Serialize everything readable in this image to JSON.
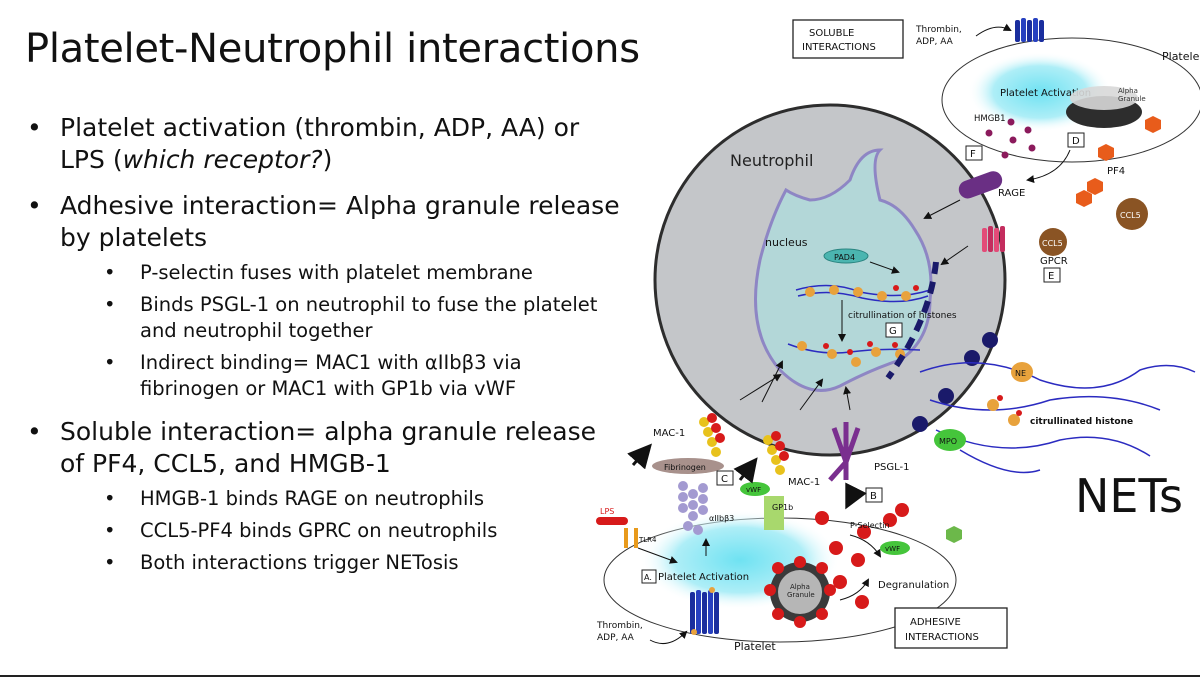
{
  "title": "Platelet-Neutrophil interactions",
  "bullets": {
    "b1_main": "Platelet activation (thrombin, ADP, AA) or LPS (",
    "b1_italic": "which receptor?",
    "b1_end": ")",
    "b2": "Adhesive interaction= Alpha granule release by platelets",
    "b2_subs": [
      "P-selectin fuses with platelet membrane",
      "Binds PSGL-1 on neutrophil to fuse the platelet and neutrophil together",
      "Indirect binding= MAC1 with αIIbβ3 via fibrinogen or MAC1 with GP1b via vWF"
    ],
    "b3": "Soluble interaction= alpha granule release of PF4, CCL5, and HMGB-1",
    "b3_subs": [
      "HMGB-1 binds RAGE on neutrophils",
      "CCL5-PF4 binds GPRC on neutrophils",
      "Both interactions trigger NETosis"
    ]
  },
  "diagram": {
    "soluble_box": "SOLUBLE INTERACTIONS",
    "soluble_line1": "SOLUBLE",
    "soluble_line2": "INTERACTIONS",
    "adhesive_line1": "ADHESIVE",
    "adhesive_line2": "INTERACTIONS",
    "thrombin_top_1": "Thrombin,",
    "thrombin_top_2": "ADP, AA",
    "platelet_top": "Platele",
    "platelet_activation_top": "Platelet Activation",
    "alpha_granule_1": "Alpha",
    "alpha_granule_2": "Granule",
    "hmgb1": "HMGB1",
    "label_d": "D",
    "label_f": "F",
    "label_e": "E",
    "label_g": "G",
    "label_c": "C",
    "label_b": "B",
    "label_a": "A.",
    "pf4": "PF4",
    "ccl5": "CCL5",
    "rage": "RAGE",
    "gpcr": "GPCR",
    "neutrophil": "Neutrophil",
    "nucleus": "nucleus",
    "pad4": "PAD4",
    "citrullination": "citrullination of histones",
    "ne": "NE",
    "mpo": "MPO",
    "citrullinated_histone": "citrullinated histone",
    "nets": "NETs",
    "mac1_left": "MAC-1",
    "mac1_right": "MAC-1",
    "psgl1": "PSGL-1",
    "fibrinogen": "Fibrinogen",
    "vwf": "vWF",
    "vwf2": "vWF",
    "gp1b": "GP1b",
    "aiib3": "αIIbβ3",
    "p_selectin": "P-Selectin",
    "lps": "LPS",
    "tlr4": "TLR4",
    "platelet_activation_bottom": "Platelet Activation",
    "degranulation": "Degranulation",
    "alpha_granule_b1": "Alpha",
    "alpha_granule_b2": "Granule",
    "thrombin_bot_1": "Thrombin,",
    "thrombin_bot_2": "ADP, AA",
    "platelet_bottom": "Platelet"
  },
  "colors": {
    "neutrophil_fill": "#c4c6c9",
    "nucleus_fill": "#b3d7d8",
    "cyan_glow": "#6fe2f2",
    "receptor_blue": "#1a2e9e",
    "red_dot": "#d71a1a",
    "histone_orange": "#e8a23c",
    "pf4_orange": "#e85c1b",
    "ccl5_brown": "#8a5424",
    "mpo_green": "#45c53b",
    "rage_purple": "#6a2f84"
  }
}
